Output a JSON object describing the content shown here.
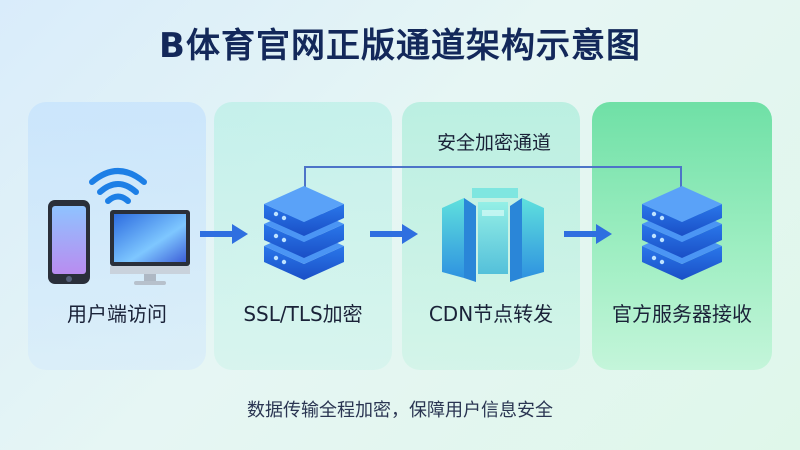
{
  "title": "B体育官网正版通道架构示意图",
  "connector_label": "安全加密通道",
  "stages": [
    {
      "label": "用户端访问",
      "icon": "phone-computer-wifi-icon"
    },
    {
      "label": "SSL/TLS加密",
      "icon": "server-stack-icon"
    },
    {
      "label": "CDN节点转发",
      "icon": "cdn-node-icon"
    },
    {
      "label": "官方服务器接收",
      "icon": "server-stack-icon"
    }
  ],
  "footer": "数据传输全程加密，保障用户信息安全",
  "colors": {
    "title": "#13285a",
    "arrow": "#2f6fe0",
    "server_top": "#3a86f0",
    "server_body": "#1f5fd6",
    "final_panel": "#6fe0a6",
    "cdn": "#3cc7c9"
  }
}
